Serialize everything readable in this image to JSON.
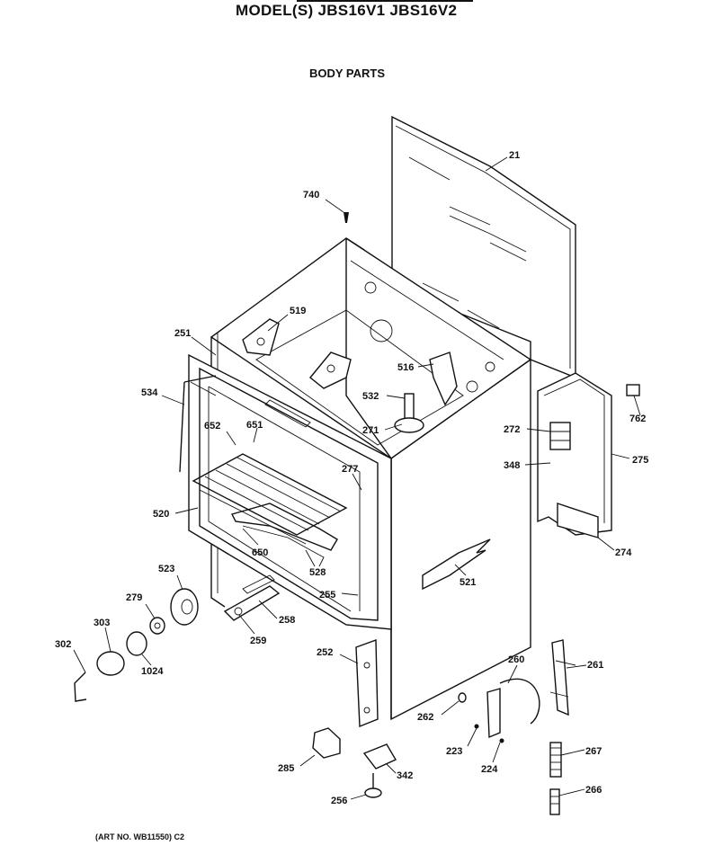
{
  "header": {
    "model_line": "MODEL(S) JBS16V1  JBS16V2",
    "section_title": "BODY PARTS"
  },
  "footer": {
    "art_number": "(ART NO. WB11550) C2"
  },
  "callouts": [
    {
      "id": "c21",
      "label": "21"
    },
    {
      "id": "c740",
      "label": "740"
    },
    {
      "id": "c519",
      "label": "519"
    },
    {
      "id": "c251",
      "label": "251"
    },
    {
      "id": "c516",
      "label": "516"
    },
    {
      "id": "c534",
      "label": "534"
    },
    {
      "id": "c532",
      "label": "532"
    },
    {
      "id": "c652",
      "label": "652"
    },
    {
      "id": "c651",
      "label": "651"
    },
    {
      "id": "c271",
      "label": "271"
    },
    {
      "id": "c272",
      "label": "272"
    },
    {
      "id": "c762",
      "label": "762"
    },
    {
      "id": "c348",
      "label": "348"
    },
    {
      "id": "c275",
      "label": "275"
    },
    {
      "id": "c277",
      "label": "277"
    },
    {
      "id": "c520",
      "label": "520"
    },
    {
      "id": "c274",
      "label": "274"
    },
    {
      "id": "c650",
      "label": "650"
    },
    {
      "id": "c523",
      "label": "523"
    },
    {
      "id": "c528",
      "label": "528"
    },
    {
      "id": "c521",
      "label": "521"
    },
    {
      "id": "c279",
      "label": "279"
    },
    {
      "id": "c255",
      "label": "255"
    },
    {
      "id": "c303",
      "label": "303"
    },
    {
      "id": "c258",
      "label": "258"
    },
    {
      "id": "c302",
      "label": "302"
    },
    {
      "id": "c259",
      "label": "259"
    },
    {
      "id": "c252",
      "label": "252"
    },
    {
      "id": "c260",
      "label": "260"
    },
    {
      "id": "c261",
      "label": "261"
    },
    {
      "id": "c1024",
      "label": "1024"
    },
    {
      "id": "c262",
      "label": "262"
    },
    {
      "id": "c223",
      "label": "223"
    },
    {
      "id": "c267",
      "label": "267"
    },
    {
      "id": "c224",
      "label": "224"
    },
    {
      "id": "c285",
      "label": "285"
    },
    {
      "id": "c342",
      "label": "342"
    },
    {
      "id": "c266",
      "label": "266"
    },
    {
      "id": "c256",
      "label": "256"
    }
  ]
}
